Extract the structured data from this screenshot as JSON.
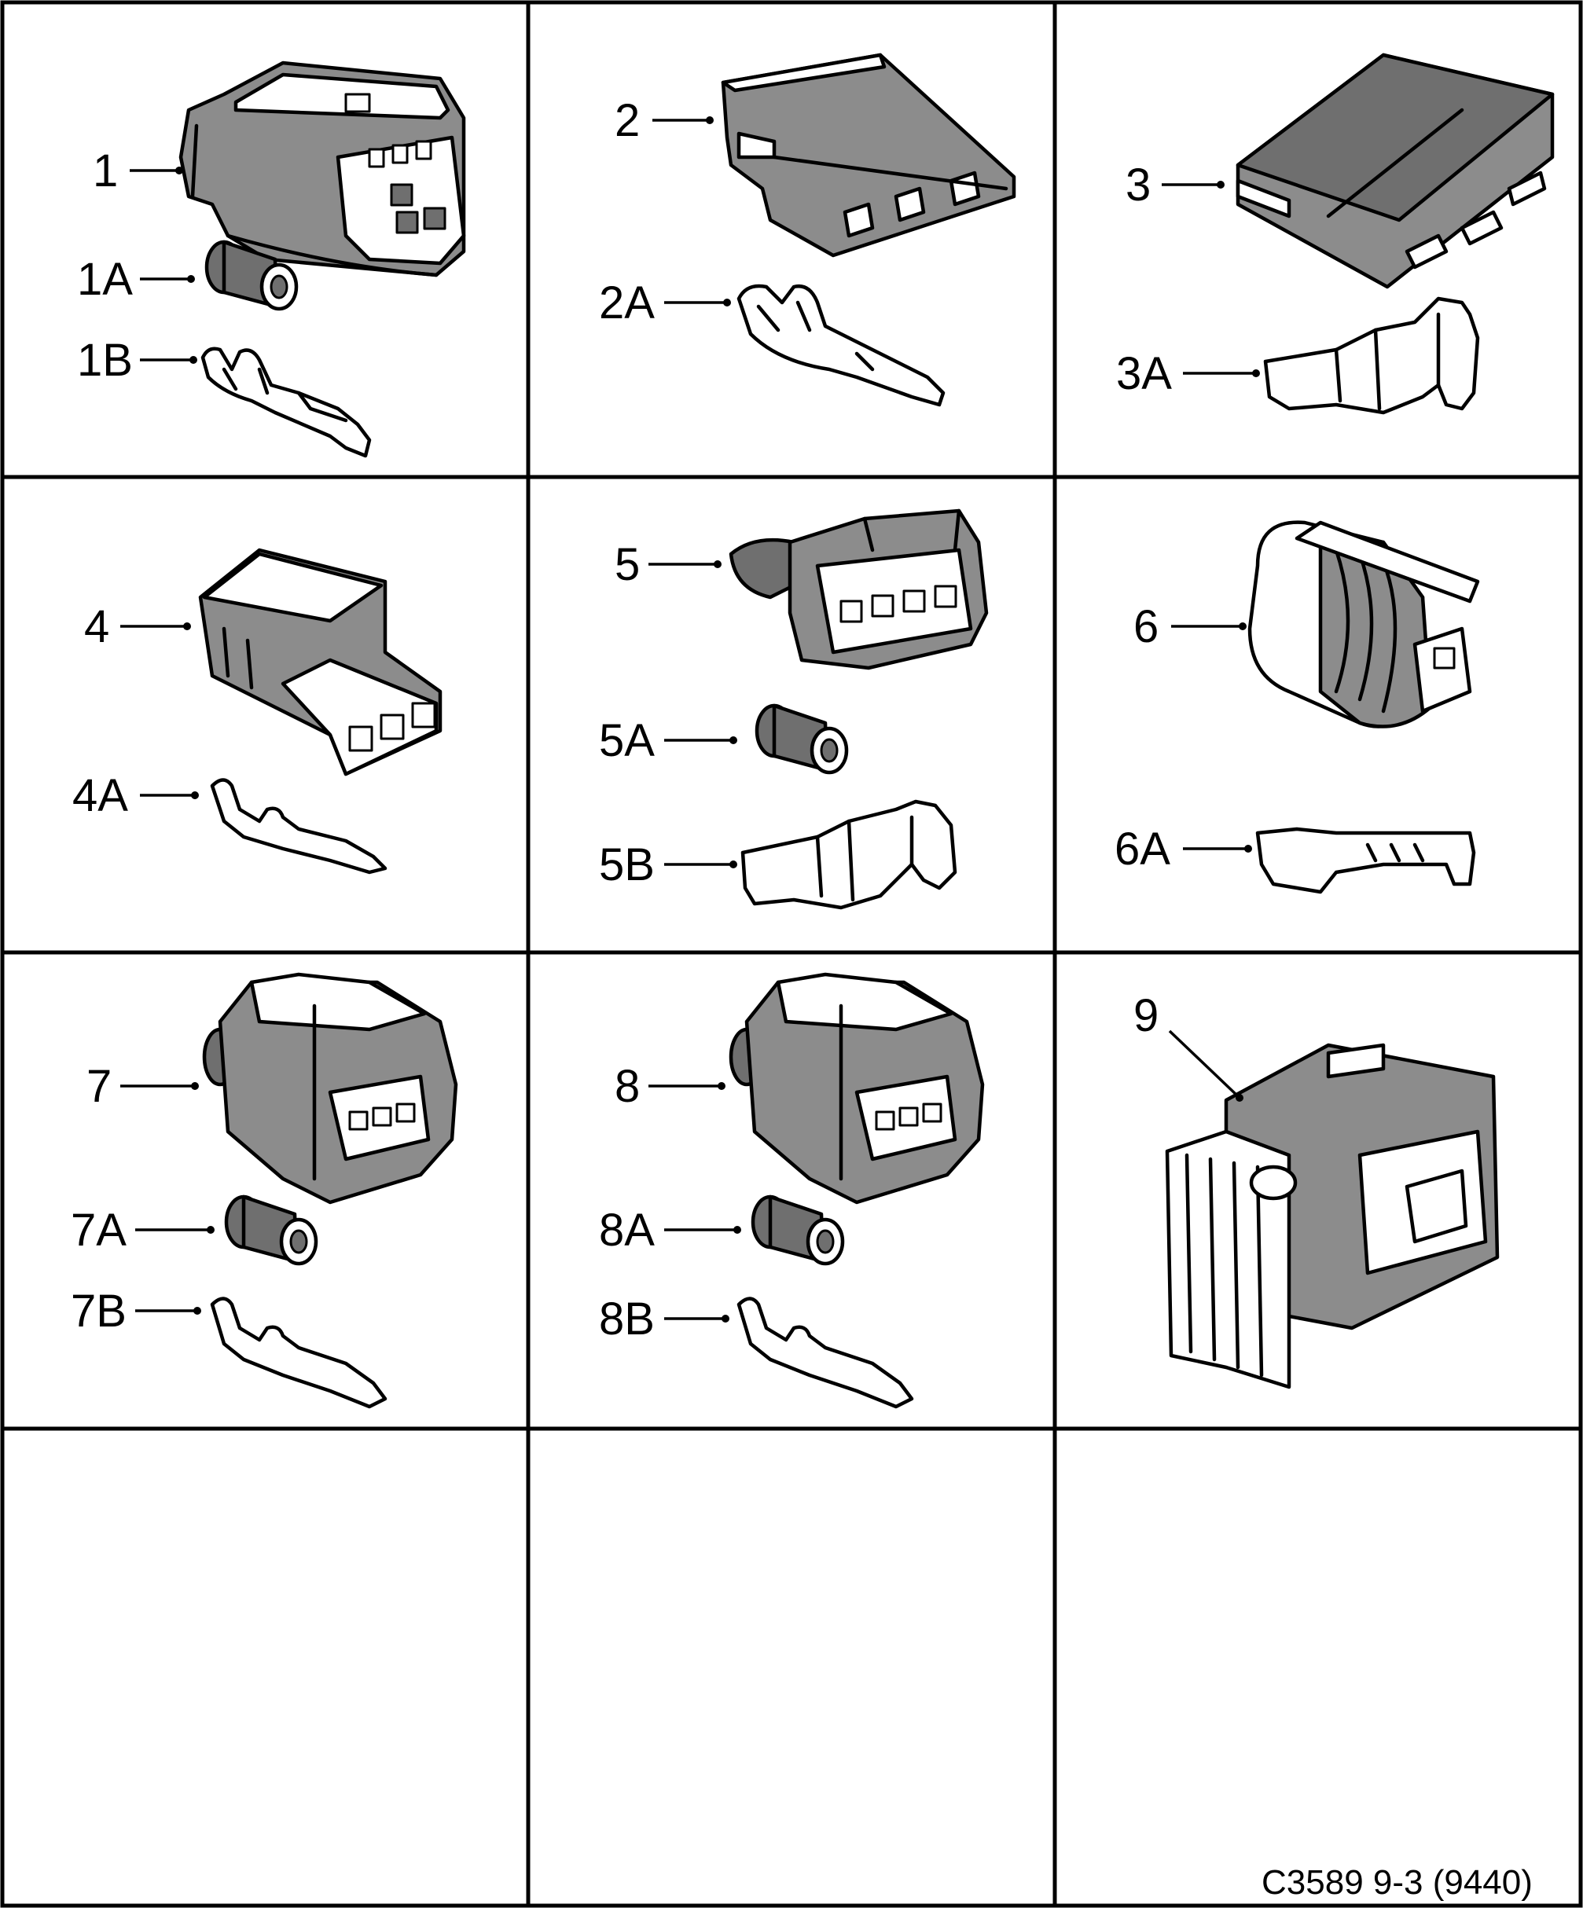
{
  "drawing_code": "C3589 9-3 (9440)",
  "parts": [
    {
      "label": "1",
      "kind": "connector"
    },
    {
      "label": "1A",
      "kind": "seal"
    },
    {
      "label": "1B",
      "kind": "terminal"
    },
    {
      "label": "2",
      "kind": "connector"
    },
    {
      "label": "2A",
      "kind": "terminal"
    },
    {
      "label": "3",
      "kind": "connector"
    },
    {
      "label": "3A",
      "kind": "terminal"
    },
    {
      "label": "4",
      "kind": "connector"
    },
    {
      "label": "4A",
      "kind": "terminal"
    },
    {
      "label": "5",
      "kind": "connector"
    },
    {
      "label": "5A",
      "kind": "seal"
    },
    {
      "label": "5B",
      "kind": "terminal"
    },
    {
      "label": "6",
      "kind": "connector"
    },
    {
      "label": "6A",
      "kind": "terminal"
    },
    {
      "label": "7",
      "kind": "connector"
    },
    {
      "label": "7A",
      "kind": "seal"
    },
    {
      "label": "7B",
      "kind": "terminal"
    },
    {
      "label": "8",
      "kind": "connector"
    },
    {
      "label": "8A",
      "kind": "seal"
    },
    {
      "label": "8B",
      "kind": "terminal"
    },
    {
      "label": "9",
      "kind": "connector"
    }
  ],
  "colors": {
    "line": "#000000",
    "fill_grey": "#8c8c8c",
    "fill_dark": "#6f6f6f",
    "background": "#ffffff"
  }
}
